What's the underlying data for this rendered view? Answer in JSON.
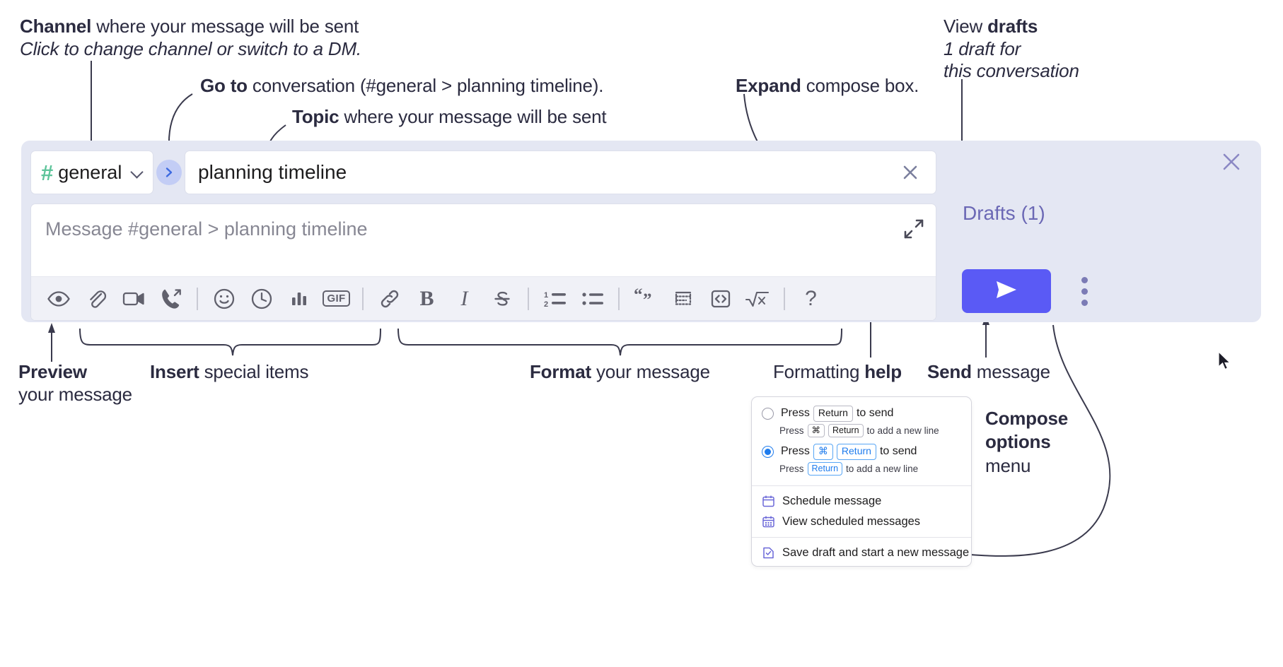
{
  "annotations": {
    "channel": {
      "bold": "Channel",
      "rest": " where your message will be sent",
      "italic_line": "Click to change channel or switch to a DM."
    },
    "goto": {
      "bold": "Go to",
      "rest": " conversation (#general > planning timeline)."
    },
    "topic": {
      "bold": "Topic",
      "rest": " where your message will be sent"
    },
    "expand": {
      "bold": "Expand",
      "rest": " compose box."
    },
    "drafts": {
      "plain": "View ",
      "bold": "drafts",
      "italic_line1": "1 draft for",
      "italic_line2": "this conversation"
    },
    "preview": {
      "bold": "Preview",
      "line2": "your message"
    },
    "insert": {
      "bold": "Insert",
      "rest": " special items"
    },
    "format": {
      "bold": "Format",
      "rest": " your message"
    },
    "formatting_help": {
      "plain": "Formatting ",
      "bold": "help"
    },
    "send": {
      "bold": "Send",
      "rest": " message"
    },
    "compose_options": {
      "bold1": "Compose",
      "bold2": "options",
      "plain": "menu"
    }
  },
  "compose": {
    "channel_chip": {
      "hash": "#",
      "name": "general",
      "icon": "chevron-down-icon"
    },
    "goto_button_icon": "chevron-right-icon",
    "topic": {
      "value": "planning timeline",
      "clear_icon": "close-icon"
    },
    "message": {
      "placeholder": "Message #general > planning timeline",
      "expand_icon": "expand-icon"
    },
    "toolbar": [
      {
        "name": "preview-button",
        "icon": "eye-icon",
        "label": ""
      },
      {
        "name": "attach-file-button",
        "icon": "paperclip-icon",
        "label": ""
      },
      {
        "name": "video-clip-button",
        "icon": "video-camera-icon",
        "label": ""
      },
      {
        "name": "audio-clip-button",
        "icon": "phone-arrow-icon",
        "label": ""
      },
      {
        "name": "separator-1",
        "icon": "separator",
        "label": ""
      },
      {
        "name": "emoji-button",
        "icon": "smiley-icon",
        "label": ""
      },
      {
        "name": "schedule-button",
        "icon": "clock-icon",
        "label": ""
      },
      {
        "name": "poll-button",
        "icon": "bar-chart-icon",
        "label": ""
      },
      {
        "name": "gif-button",
        "icon": "gif-icon",
        "label": "GIF"
      },
      {
        "name": "separator-2",
        "icon": "separator",
        "label": ""
      },
      {
        "name": "link-button",
        "icon": "link-icon",
        "label": ""
      },
      {
        "name": "bold-button",
        "icon": "bold-icon",
        "label": "B"
      },
      {
        "name": "italic-button",
        "icon": "italic-icon",
        "label": "I"
      },
      {
        "name": "strikethrough-button",
        "icon": "strikethrough-icon",
        "label": ""
      },
      {
        "name": "separator-3",
        "icon": "separator",
        "label": ""
      },
      {
        "name": "ordered-list-button",
        "icon": "ordered-list-icon",
        "label": ""
      },
      {
        "name": "bulleted-list-button",
        "icon": "bulleted-list-icon",
        "label": ""
      },
      {
        "name": "separator-4",
        "icon": "separator",
        "label": ""
      },
      {
        "name": "blockquote-button",
        "icon": "quote-icon",
        "label": ""
      },
      {
        "name": "code-block-button",
        "icon": "code-block-icon",
        "label": ""
      },
      {
        "name": "code-button",
        "icon": "code-brackets-icon",
        "label": ""
      },
      {
        "name": "math-button",
        "icon": "square-root-icon",
        "label": ""
      },
      {
        "name": "separator-5",
        "icon": "separator",
        "label": ""
      },
      {
        "name": "formatting-help-button",
        "icon": "question-mark-icon",
        "label": "?"
      }
    ],
    "rail": {
      "close_icon": "close-icon",
      "drafts_label": "Drafts (1)",
      "send_icon": "send-paper-plane-icon",
      "kebab_icon": "more-options-icon"
    }
  },
  "options_menu": {
    "radio_options": [
      {
        "selected": false,
        "press": "Press",
        "keys": [
          "Return"
        ],
        "suffix": "to send",
        "sub_press": "Press",
        "sub_keys": [
          "⌘",
          "Return"
        ],
        "sub_suffix": "to add a new line"
      },
      {
        "selected": true,
        "press": "Press",
        "keys": [
          "⌘",
          "Return"
        ],
        "suffix": "to send",
        "sub_press": "Press",
        "sub_keys": [
          "Return"
        ],
        "sub_suffix": "to add a new line"
      }
    ],
    "items": [
      {
        "name": "schedule-message",
        "icon": "calendar-icon",
        "label": "Schedule message"
      },
      {
        "name": "view-scheduled",
        "icon": "calendar-grid-icon",
        "label": "View scheduled messages"
      },
      {
        "name": "save-draft",
        "icon": "document-check-icon",
        "label": "Save draft and start a new message"
      }
    ]
  },
  "colors": {
    "panel_bg": "#e4e7f3",
    "send_button": "#5a5af5",
    "drafts_text": "#6b68b5",
    "hash_green": "#5dc49a",
    "goto_circle": "#c3cdf5",
    "radio_blue": "#1f7ced",
    "menu_icon_purple": "#6b68d8",
    "annotation_text": "#2b2b40"
  }
}
